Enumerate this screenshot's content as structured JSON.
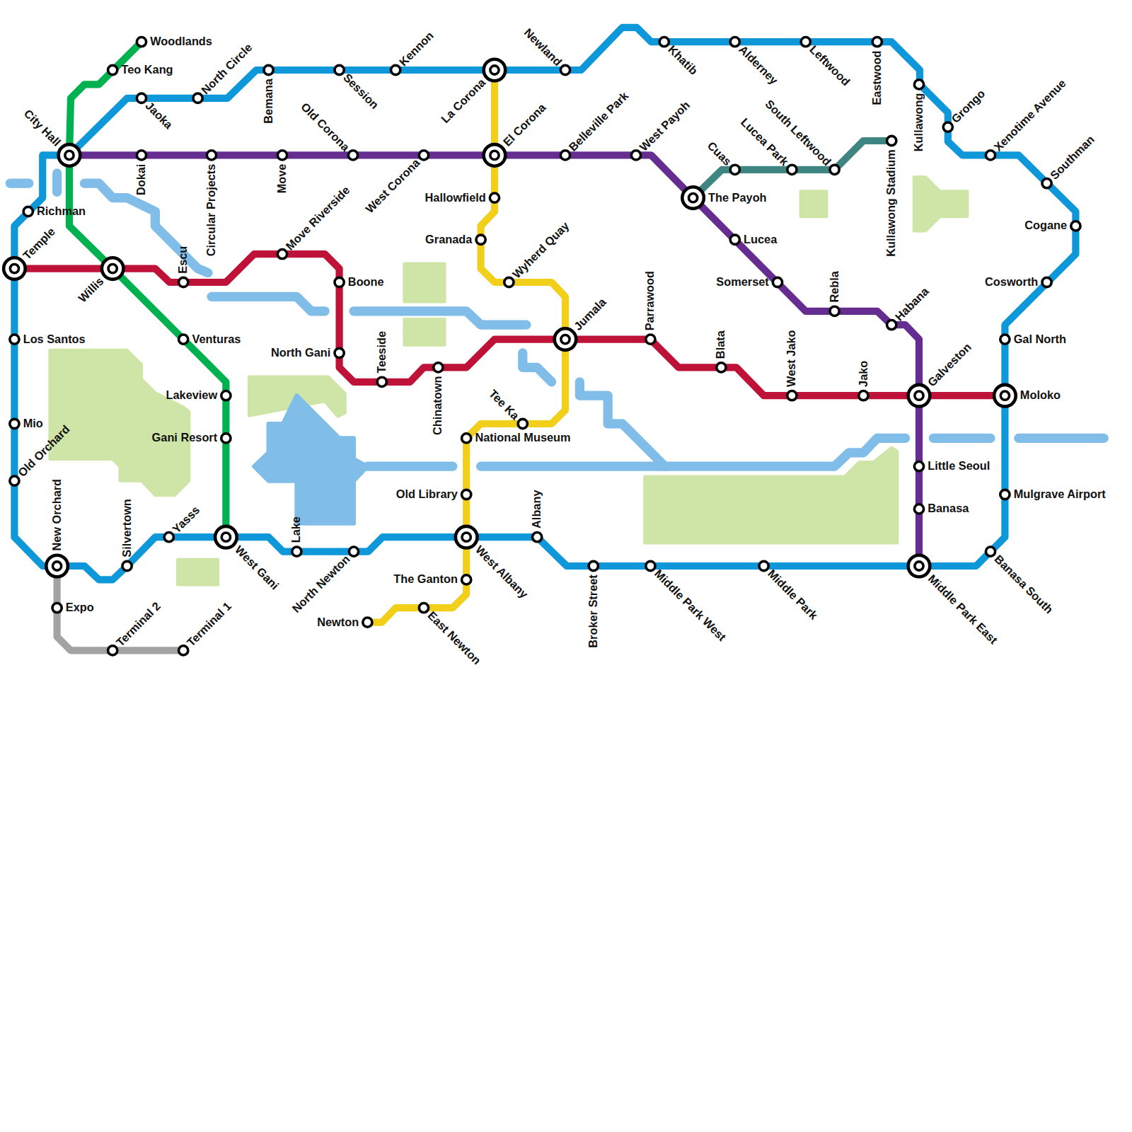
{
  "diagram": {
    "labels": [
      "Woodlands",
      "Teo Kang",
      "City Hall",
      "Richman",
      "Temple",
      "Los Santos",
      "Mio",
      "Old Orchard",
      "New Orchard",
      "Expo",
      "Terminal 2",
      "Terminal 1",
      "Silvertown",
      "Yasss",
      "West Gani",
      "Lake",
      "North Newton",
      "Jaoka",
      "North Circle",
      "Bemana",
      "Session",
      "Kennon",
      "La Corona",
      "Newland",
      "Khatib",
      "Alderney",
      "Leftwood",
      "Eastwood",
      "Kullawong",
      "Grongo",
      "Xenotime Avenue",
      "Southman",
      "Cogane",
      "Cosworth",
      "Gal North",
      "Moloko",
      "Mulgrave Airport",
      "Banasa South",
      "Middle Park East",
      "Middle Park",
      "Middle Park West",
      "Broker Street",
      "Albany",
      "West Albany",
      "Dokai",
      "Circular Projects",
      "Move",
      "Old Corona",
      "West Corona",
      "El Corona",
      "Belleville Park",
      "West Payoh",
      "The Payoh",
      "Lucea",
      "Somerset",
      "Rebla",
      "Habana",
      "Galveston",
      "Little Seoul",
      "Banasa",
      "Cuas",
      "Lucea Park",
      "South Leftwood",
      "Kullawong Stadium",
      "Willis",
      "Escu",
      "Move Riverside",
      "Boone",
      "North Gani",
      "Teeside",
      "Chinatown",
      "Jumala",
      "Parrawood",
      "Blata",
      "West Jako",
      "Jako",
      "Venturas",
      "Lakeview",
      "Gani Resort",
      "Hallowfield",
      "Granada",
      "Wyherd Quay",
      "Tee Ka",
      "National Museum",
      "Old Library",
      "The Ganton",
      "East Newton",
      "Newton"
    ]
  }
}
